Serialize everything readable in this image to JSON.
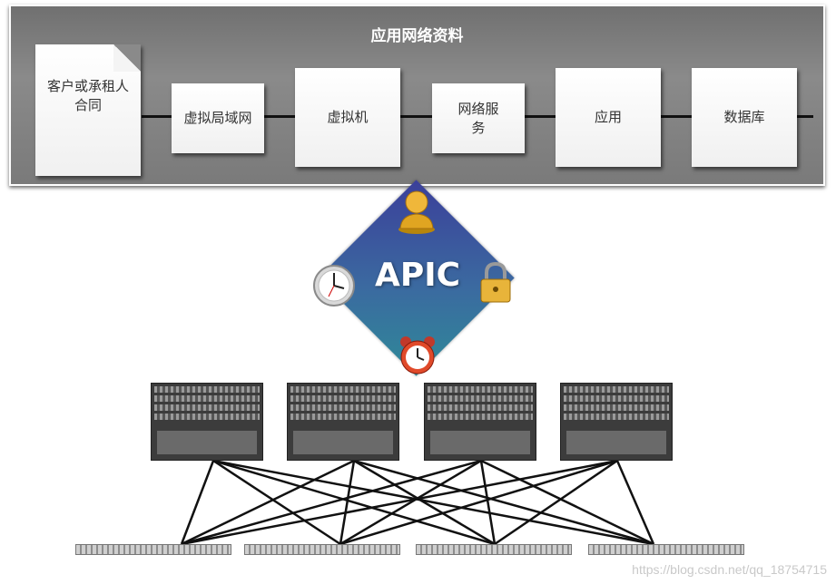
{
  "profile": {
    "title": "应用网络资料",
    "contract": "客户或承租人合同",
    "steps": [
      "虚拟局域网",
      "虚拟机",
      "网络服务",
      "应用",
      "数据库"
    ]
  },
  "controller": {
    "label": "APIC",
    "icons": [
      "user-icon",
      "clock-icon",
      "lock-icon",
      "alarm-clock-icon"
    ],
    "colors": {
      "diamond_start": "#3b3f9a",
      "diamond_end": "#2e8a98"
    }
  },
  "fabric": {
    "spines": [
      "spine-switch",
      "spine-switch",
      "spine-switch",
      "spine-switch"
    ],
    "leaves": [
      "leaf-switch",
      "leaf-switch",
      "leaf-switch",
      "leaf-switch"
    ]
  },
  "watermark": "https://blog.csdn.net/qq_18754715"
}
